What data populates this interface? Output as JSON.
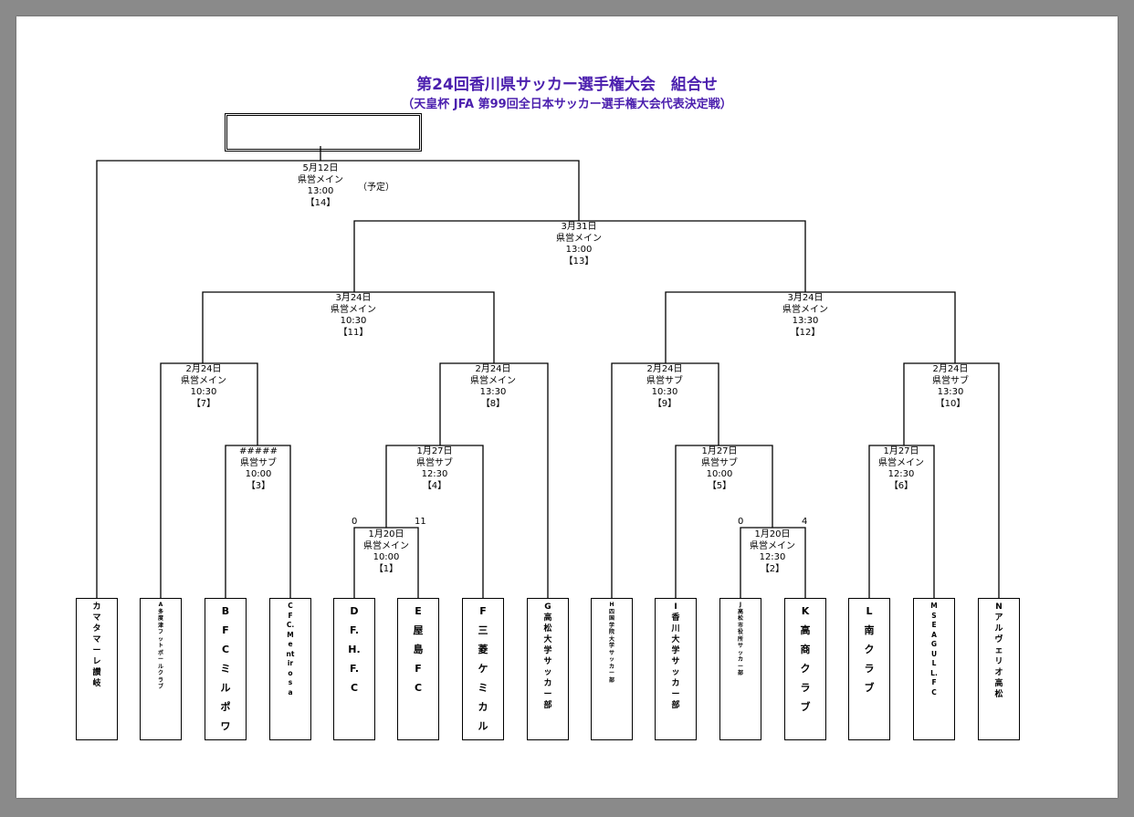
{
  "title": "第24回香川県サッカー選手権大会　組合せ",
  "subtitle": "（天皇杯 JFA 第99回全日本サッカー選手権大会代表決定戦）",
  "final_note": "（予定）",
  "matches": {
    "m14": {
      "date": "5月12日",
      "venue": "県営メイン",
      "time": "13:00",
      "num": "【14】"
    },
    "m13": {
      "date": "3月31日",
      "venue": "県営メイン",
      "time": "13:00",
      "num": "【13】"
    },
    "m11": {
      "date": "3月24日",
      "venue": "県営メイン",
      "time": "10:30",
      "num": "【11】"
    },
    "m12": {
      "date": "3月24日",
      "venue": "県営メイン",
      "time": "13:30",
      "num": "【12】"
    },
    "m7": {
      "date": "2月24日",
      "venue": "県営メイン",
      "time": "10:30",
      "num": "【7】"
    },
    "m8": {
      "date": "2月24日",
      "venue": "県営メイン",
      "time": "13:30",
      "num": "【8】"
    },
    "m9": {
      "date": "2月24日",
      "venue": "県営サブ",
      "time": "10:30",
      "num": "【9】"
    },
    "m10": {
      "date": "2月24日",
      "venue": "県営サブ",
      "time": "13:30",
      "num": "【10】"
    },
    "m3": {
      "date": "#####",
      "venue": "県営サブ",
      "time": "10:00",
      "num": "【3】"
    },
    "m4": {
      "date": "1月27日",
      "venue": "県営サブ",
      "time": "12:30",
      "num": "【4】"
    },
    "m5": {
      "date": "1月27日",
      "venue": "県営サブ",
      "time": "10:00",
      "num": "【5】"
    },
    "m6": {
      "date": "1月27日",
      "venue": "県営メイン",
      "time": "12:30",
      "num": "【6】"
    },
    "m1": {
      "date": "1月20日",
      "venue": "県営メイン",
      "time": "10:00",
      "num": "【1】"
    },
    "m2": {
      "date": "1月20日",
      "venue": "県営メイン",
      "time": "12:30",
      "num": "【2】"
    }
  },
  "scores": {
    "m1_left": "0",
    "m1_right": "11",
    "m2_left": "0",
    "m2_right": "4"
  },
  "teams": [
    {
      "id": "team-kamatamare",
      "name": "カマタマーレ讃岐"
    },
    {
      "id": "team-a",
      "name": "A多度津フットボールクラブ"
    },
    {
      "id": "team-b",
      "name": "BFCミルポワ"
    },
    {
      "id": "team-c",
      "name": "CFC.Mentirosa"
    },
    {
      "id": "team-d",
      "name": "DF.H.F.C"
    },
    {
      "id": "team-e",
      "name": "E屋島FC"
    },
    {
      "id": "team-f",
      "name": "F三菱ケミカルFC"
    },
    {
      "id": "team-g",
      "name": "G高松大学サッカー部"
    },
    {
      "id": "team-h",
      "name": "H四国学院大学サッカー部"
    },
    {
      "id": "team-i",
      "name": "I香川大学サッカー部"
    },
    {
      "id": "team-j",
      "name": "J高松市役所サッカー部"
    },
    {
      "id": "team-k",
      "name": "K高商クラブ"
    },
    {
      "id": "team-l",
      "name": "L南クラブ"
    },
    {
      "id": "team-m",
      "name": "MSEAGULL.FC"
    },
    {
      "id": "team-n",
      "name": "Nアルヴェリオ高松"
    }
  ]
}
